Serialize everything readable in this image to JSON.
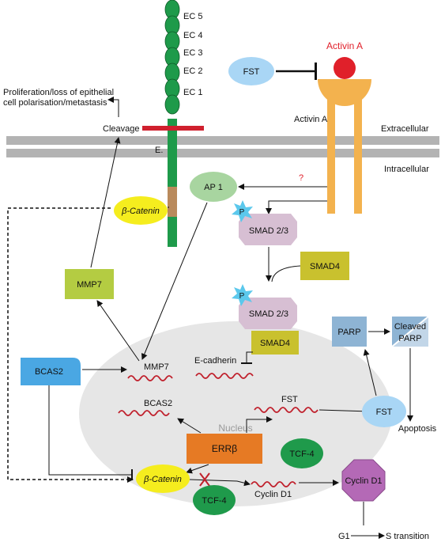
{
  "labels": {
    "ec5": "EC 5",
    "ec4": "EC 4",
    "ec3": "EC 3",
    "ec2": "EC 2",
    "ec1": "EC 1",
    "activin_top": "Activin A",
    "activin_receptor": "Activin A",
    "fst_top": "FST",
    "proliferation_line1": "Proliferation/loss of epithelial",
    "proliferation_line2": "cell polarisation/metastasis",
    "cleavage": "Cleavage",
    "extracellular": "Extracellular",
    "intracellular": "Intracellular",
    "e_label": "E.",
    "ap1": "AP 1",
    "question": "?",
    "p1": "P",
    "smad23_a": "SMAD 2/3",
    "smad4_a": "SMAD4",
    "p2": "P",
    "smad23_b": "SMAD 2/3",
    "smad4_b": "SMAD4",
    "beta_catenin_top": "β-Catenin",
    "mmp7_box": "MMP7",
    "bcas2_box": "BCAS2",
    "mmp7_gene": "MMP7",
    "ecadherin_gene": "E-cadherin",
    "bcas2_gene": "BCAS2",
    "fst_gene": "FST",
    "nucleus": "Nucleus",
    "errb": "ERRβ",
    "tcf4_a": "TCF-4",
    "beta_catenin_bottom": "β-Catenin",
    "tcf4_b": "TCF-4",
    "cyclin_gene": "Cyclin D1",
    "cyclin_protein": "Cyclin D1",
    "fst_right": "FST",
    "parp": "PARP",
    "cleaved_parp_line1": "Cleaved",
    "cleaved_parp_line2": "PARP",
    "apoptosis": "Apoptosis",
    "g1": "G1",
    "s_transition": "S transition"
  },
  "colors": {
    "membrane": "#b3b3b3",
    "ecadherin_green": "#1e9a4a",
    "cleavage_red": "#d0202e",
    "activin_red": "#e0202a",
    "receptor_orange": "#f3b24e",
    "fst_blue": "#a9d6f5",
    "ap1_green": "#a8d5a0",
    "smad23_pink": "#d7bfd3",
    "smad4_olive": "#c9c12e",
    "beta_catenin_yellow": "#f5ed1e",
    "mmp7_lime": "#b4cc42",
    "bcas2_blue": "#4aa7e3",
    "nucleus_gray": "#e6e6e6",
    "errb_orange": "#e67a24",
    "tcf4_green": "#1f9a4b",
    "cyclin_purple": "#b469b6",
    "parp_blue": "#8eb4d4",
    "p_star": "#5bc8ec",
    "gene_red": "#c0202c"
  }
}
